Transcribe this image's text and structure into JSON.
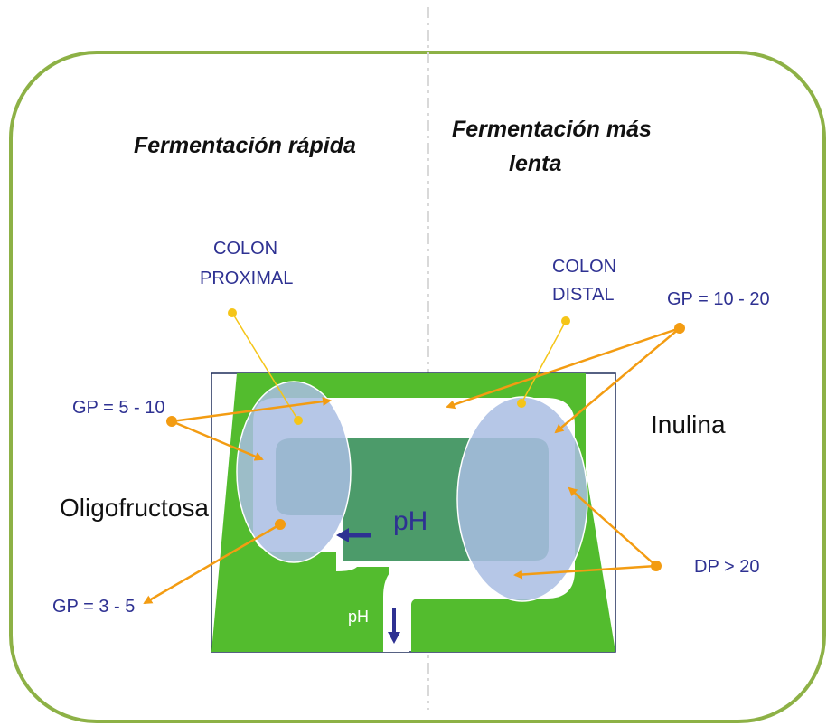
{
  "headings": {
    "left": "Fermentación rápida",
    "right_line1": "Fermentación más",
    "right_line2": "lenta"
  },
  "regions": {
    "proximal_line1": "COLON",
    "proximal_line2": "PROXIMAL",
    "distal_line1": "COLON",
    "distal_line2": "DISTAL"
  },
  "labels": {
    "gp_5_10": "GP = 5 - 10",
    "gp_3_5": "GP = 3 - 5",
    "gp_10_20": "GP = 10 - 20",
    "dp_20": "DP > 20",
    "oligofructosa": "Oligofructosa",
    "inulina": "Inulina",
    "ph_center": "pH",
    "ph_bottom": "pH"
  },
  "colors": {
    "frame": "#8db146",
    "colon_green": "#53bc2e",
    "inner_green": "#4c9b6a",
    "bubble": "#a9bde3",
    "arrow_orange": "#f39c12",
    "dot_yellow": "#f5c518",
    "text_blue": "#2e3192"
  }
}
